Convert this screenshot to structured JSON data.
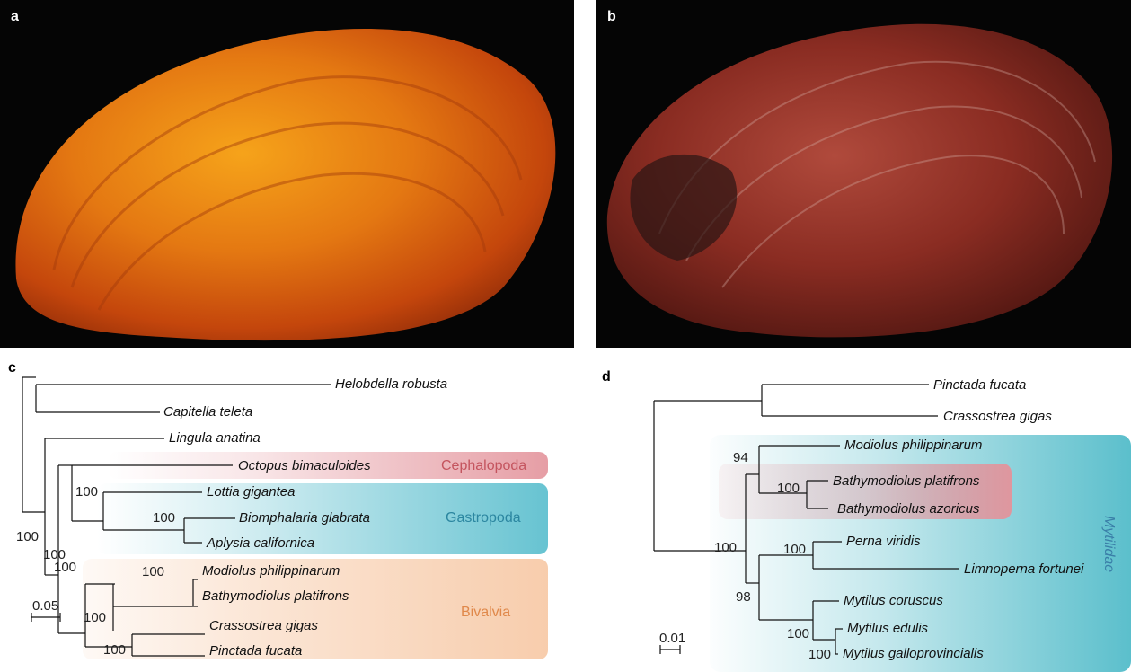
{
  "panels": {
    "a": {
      "letter": "a",
      "photo": "orange-mussel-shell"
    },
    "b": {
      "letter": "b",
      "photo": "dark-red-mussel-shell"
    },
    "c": {
      "letter": "c"
    },
    "d": {
      "letter": "d"
    }
  },
  "tree_c": {
    "taxa": {
      "helobdella": "Helobdella robusta",
      "capitella": "Capitella teleta",
      "lingula": "Lingula anatina",
      "octopus": "Octopus bimaculoides",
      "lottia": "Lottia gigantea",
      "biomphalaria": "Biomphalaria glabrata",
      "aplysia": "Aplysia californica",
      "modiolus": "Modiolus philippinarum",
      "bathymodiolus": "Bathymodiolus platifrons",
      "crassostrea": "Crassostrea gigas",
      "pinctada": "Pinctada fucata"
    },
    "groups": {
      "cephalopoda": "Cephalopoda",
      "gastropoda": "Gastropoda",
      "bivalvia": "Bivalvia"
    },
    "bootstraps": {
      "b1": "100",
      "b2": "100",
      "b3": "100",
      "b4": "100",
      "b5": "100",
      "b6": "100",
      "b7": "100",
      "b8": "100"
    },
    "scale": "0.05"
  },
  "tree_d": {
    "taxa": {
      "pinctada": "Pinctada fucata",
      "crassostrea": "Crassostrea gigas",
      "modiolus": "Modiolus philippinarum",
      "platifrons": "Bathymodiolus platifrons",
      "azoricus": "Bathymodiolus azoricus",
      "perna": "Perna viridis",
      "limnoperna": "Limnoperna fortunei",
      "coruscus": "Mytilus coruscus",
      "edulis": "Mytilus edulis",
      "galloprovincialis": "Mytilus galloprovincialis"
    },
    "groups": {
      "mytilidae": "Mytilidae"
    },
    "bootstraps": {
      "b94": "94",
      "b100a": "100",
      "b100root": "100",
      "b100perna": "100",
      "b98": "98",
      "b100myt": "100",
      "b100gallo": "100"
    },
    "scale": "0.01"
  },
  "colors": {
    "cephalopoda": "#e3939b",
    "gastropoda": "#5fc0cf",
    "bivalvia": "#f6c49e",
    "mytilidae": "#5bbfcc",
    "cephalopoda_text": "#c4545e",
    "gastropoda_text": "#2b86a0",
    "bivalvia_text": "#e0884a",
    "mytilidae_text": "#3a7fa8"
  }
}
